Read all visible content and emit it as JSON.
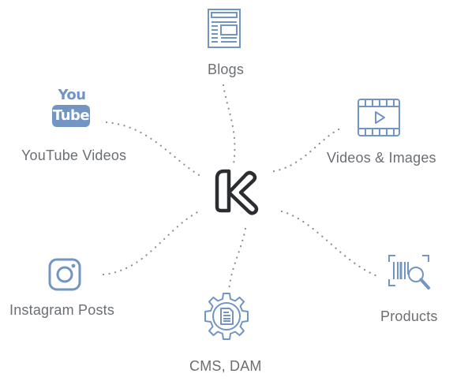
{
  "hub": {
    "icon": "k-logo-icon",
    "color": "#2b2d31"
  },
  "nodes": {
    "blogs": {
      "label": "Blogs",
      "icon": "blog-layout-icon"
    },
    "youtube": {
      "label": "YouTube Videos",
      "icon": "youtube-logo-icon",
      "logo_text_top": "You",
      "logo_text_bottom": "Tube"
    },
    "videos": {
      "label": "Videos & Images",
      "icon": "film-play-icon"
    },
    "instagram": {
      "label": "Instagram Posts",
      "icon": "instagram-icon"
    },
    "cms": {
      "label": "CMS, DAM",
      "icon": "document-gear-icon"
    },
    "products": {
      "label": "Products",
      "icon": "barcode-search-icon"
    }
  },
  "colors": {
    "icon": "#7295c4",
    "text": "#6b6e73",
    "dots": "#8a8d92"
  }
}
